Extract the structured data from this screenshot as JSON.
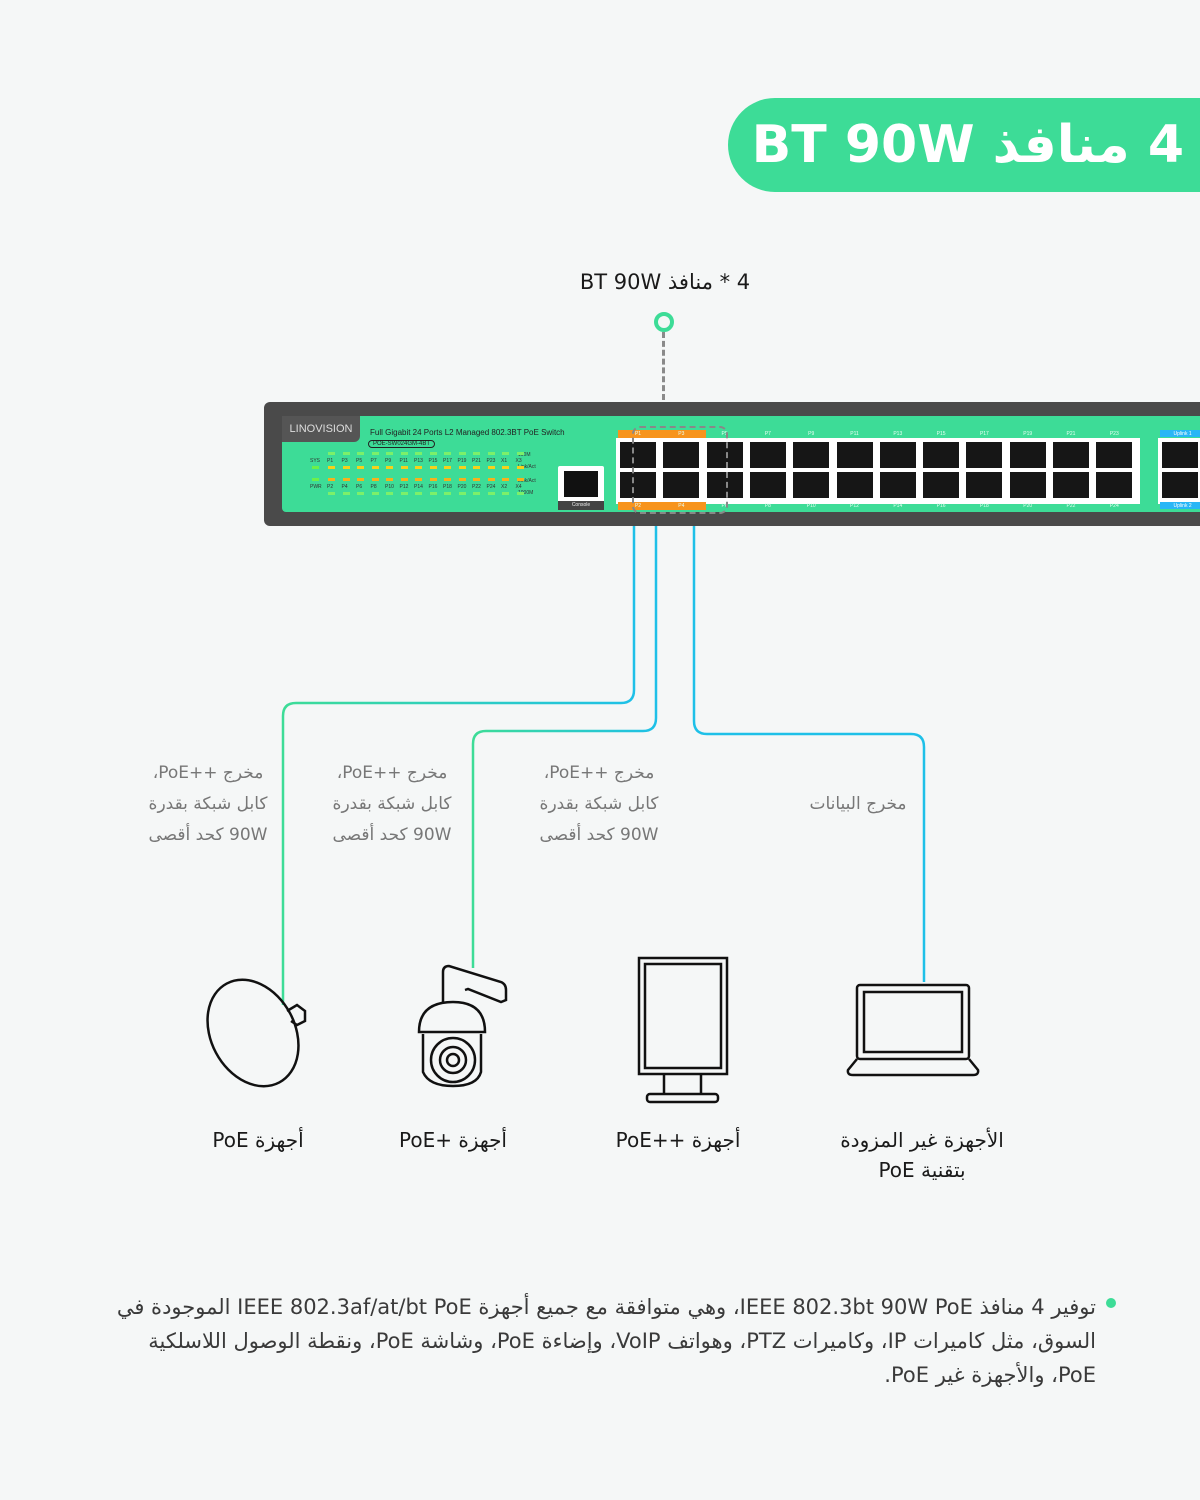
{
  "banner": {
    "title": "4 منافذ BT 90W"
  },
  "callout": {
    "label": "4 * منافذ BT 90W"
  },
  "colors": {
    "accent_green": "#3ddc97",
    "cable_blue": "#1ec0e8",
    "bt_orange": "#f7941d",
    "uplink_blue": "#29b6f6"
  },
  "switch": {
    "brand": "LINOVISION",
    "description": "Full Gigabit 24 Ports L2 Managed 802.3BT PoE Switch",
    "model": "POE-SW024GM-4BT",
    "led_labels": {
      "sys": "SYS",
      "pwr": "PWR",
      "m100": "100M",
      "link_act": "Link/Act",
      "m1000": "1000M"
    },
    "led_ports_top": [
      "P1",
      "P3",
      "P5",
      "P7",
      "P9",
      "P11",
      "P13",
      "P15",
      "P17",
      "P19",
      "P21",
      "P23",
      "X1",
      "X3"
    ],
    "led_ports_bottom": [
      "P2",
      "P4",
      "P6",
      "P8",
      "P10",
      "P12",
      "P14",
      "P16",
      "P18",
      "P20",
      "P22",
      "P24",
      "X2",
      "X4"
    ],
    "console": "Console",
    "ports_top": [
      "P1",
      "P3",
      "P5",
      "P7",
      "P9",
      "P11",
      "P13",
      "P15",
      "P17",
      "P19",
      "P21",
      "P23"
    ],
    "ports_bottom": [
      "P2",
      "P4",
      "P6",
      "P8",
      "P10",
      "P12",
      "P14",
      "P16",
      "P18",
      "P20",
      "P22",
      "P24"
    ],
    "uplinks": [
      "Uplink 1",
      "Uplink 2"
    ]
  },
  "captions": [
    {
      "lines": [
        "مخرج ++PoE،",
        "كابل شبكة بقدرة",
        "90W كحد أقصى"
      ]
    },
    {
      "lines": [
        "مخرج ++PoE،",
        "كابل شبكة بقدرة",
        "90W كحد أقصى"
      ]
    },
    {
      "lines": [
        "مخرج ++PoE،",
        "كابل شبكة بقدرة",
        "90W كحد أقصى"
      ]
    },
    {
      "lines": [
        "مخرج البيانات"
      ]
    }
  ],
  "devices": [
    {
      "icon": "access-point-icon",
      "label": "أجهزة PoE"
    },
    {
      "icon": "ptz-camera-icon",
      "label": "أجهزة +PoE"
    },
    {
      "icon": "display-icon",
      "label": "أجهزة ++PoE"
    },
    {
      "icon": "laptop-icon",
      "label_line1": "الأجهزة غير المزودة",
      "label_line2": "بتقنية PoE"
    }
  ],
  "bullet": {
    "text": "توفير 4 منافذ IEEE 802.3bt 90W PoE، وهي متوافقة مع جميع أجهزة IEEE 802.3af/at/bt PoE الموجودة في السوق، مثل كاميرات IP، وكاميرات PTZ، وهواتف VoIP، وإضاءة PoE، وشاشة PoE، ونقطة الوصول اللاسلكية PoE، والأجهزة غير PoE."
  }
}
